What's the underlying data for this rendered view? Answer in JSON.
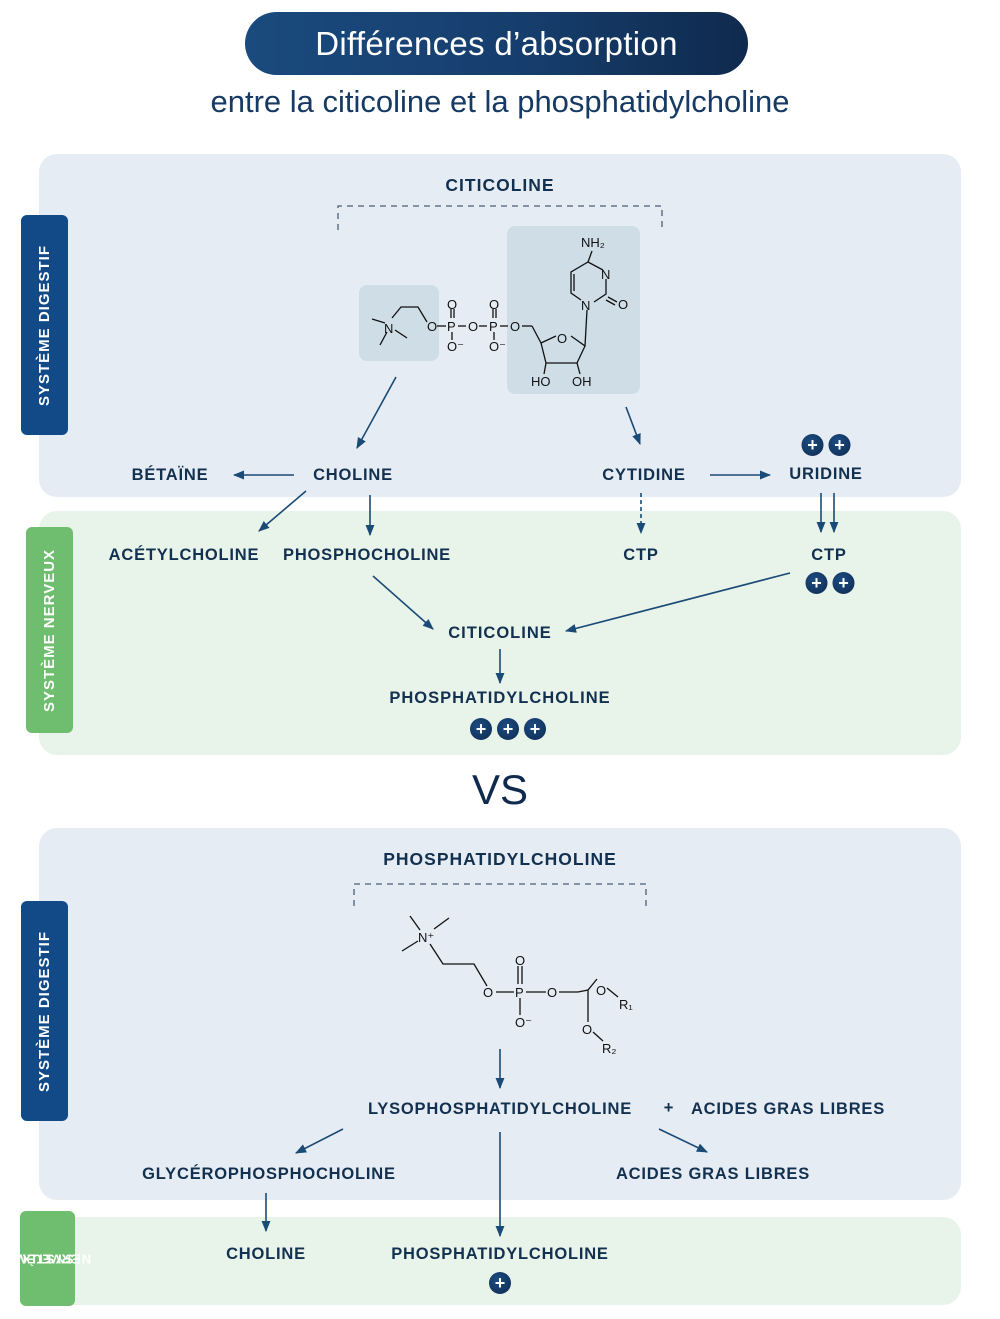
{
  "header": {
    "title": "Différences d’absorption",
    "subtitle": "entre la citicoline et la phosphatidylcholine"
  },
  "colors": {
    "navy": "#12304f",
    "digestive_tag": "#114a86",
    "nervous_tag": "#6fbe6f",
    "digestive_panel": "#e6ecf3",
    "nervous_panel": "#e8f3e9"
  },
  "citicoline_section": {
    "digestive": {
      "tag": "SYSTÈME DIGESTIF",
      "molecule_title": "CITICOLINE",
      "molecule_labels": {
        "nh2": "NH₂",
        "n": "N",
        "o": "O",
        "n_plus": "N",
        "p": "P",
        "o_minus": "O⁻",
        "ho": "HO",
        "oh": "OH"
      },
      "nodes": {
        "betaine": "BÉTAÏNE",
        "choline": "CHOLINE",
        "cytidine": "CYTIDINE",
        "uridine": "URIDINE"
      },
      "uridine_plus_count": 2
    },
    "nervous": {
      "tag": "SYSTÈME NERVEUX",
      "nodes": {
        "acetylcholine": "ACÉTYLCHOLINE",
        "phosphocholine": "PHOSPHOCHOLINE",
        "ctp_left": "CTP",
        "ctp_right": "CTP",
        "citicoline": "CITICOLINE",
        "phosphatidylcholine": "PHOSPHATIDYLCHOLINE"
      },
      "ctp_right_plus_count": 2,
      "phosphatidylcholine_plus_count": 3
    }
  },
  "vs_label": "VS",
  "phosphatidylcholine_section": {
    "digestive": {
      "tag": "SYSTÈME DIGESTIF",
      "molecule_title": "PHOSPHATIDYLCHOLINE",
      "molecule_labels": {
        "n_plus": "N⁺",
        "o": "O",
        "p": "P",
        "o_minus": "O⁻",
        "r1": "R₁",
        "r2": "R₂"
      },
      "nodes": {
        "lysophosphatidylcholine": "LYSOPHOSPHATIDYLCHOLINE",
        "plus_sign": "+",
        "acides_gras_top": "ACIDES GRAS LIBRES",
        "glycerophosphocholine": "GLYCÉROPHOSPHOCHOLINE",
        "acides_gras_bottom": "ACIDES GRAS LIBRES"
      }
    },
    "nervous": {
      "tag_line1": "SYSTÈME",
      "tag_line2": "NERVEUX",
      "nodes": {
        "choline": "CHOLINE",
        "phosphatidylcholine": "PHOSPHATIDYLCHOLINE"
      },
      "phosphatidylcholine_plus_count": 1
    }
  },
  "plus_symbol": "+"
}
